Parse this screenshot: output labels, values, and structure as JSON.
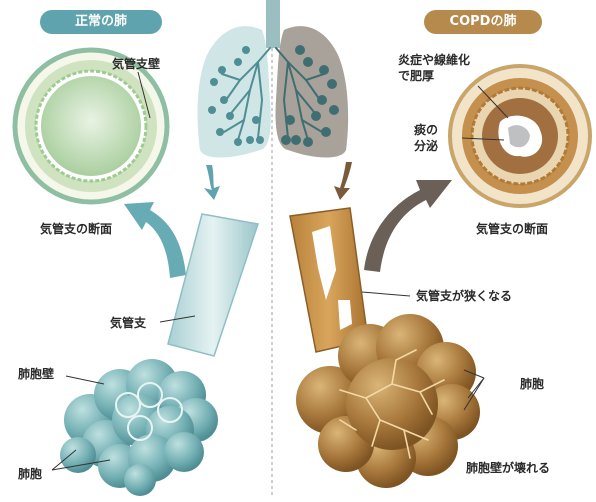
{
  "headers": {
    "normal": "正常の肺",
    "copd": "COPDの肺"
  },
  "labels": {
    "bronchial_wall": "気管支壁",
    "cross_section_left": "気管支の断面",
    "bronchus": "気管支",
    "alveolar_wall": "肺胞壁",
    "alveoli_left": "肺胞",
    "inflammation_line1": "炎症や線維化",
    "inflammation_line2": "で肥厚",
    "phlegm_line1": "痰の",
    "phlegm_line2": "分泌",
    "cross_section_right": "気管支の断面",
    "bronchus_narrow": "気管支が狭くなる",
    "alveoli_right": "肺胞",
    "alveolar_wall_broken": "肺胞壁が壊れる"
  },
  "colors": {
    "normal_accent": "#5fa3ae",
    "normal_light": "#cfe5e6",
    "copd_accent": "#b58a4c",
    "copd_light": "#e8cfa3",
    "arrow_gray": "#676767"
  }
}
